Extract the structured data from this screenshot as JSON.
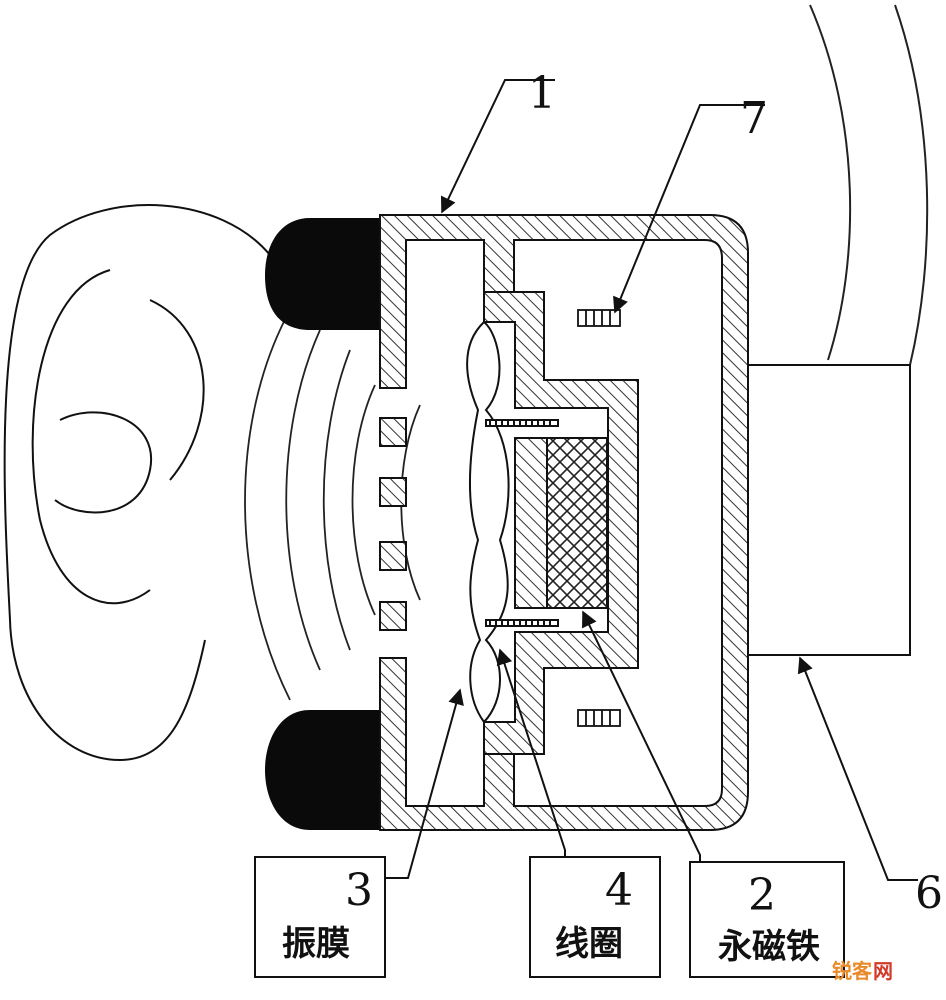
{
  "callouts": [
    {
      "id": "1",
      "number": "1"
    },
    {
      "id": "7",
      "number": "7"
    },
    {
      "id": "6",
      "number": "6"
    },
    {
      "id": "3",
      "number": "3",
      "label": "振膜"
    },
    {
      "id": "4",
      "number": "4",
      "label": "线圈"
    },
    {
      "id": "2",
      "number": "2",
      "label": "永磁铁"
    }
  ],
  "watermark": {
    "text_a": "锐客",
    "text_b": "网",
    "color_a": "#e8892a",
    "color_b": "#d23a2a"
  },
  "colors": {
    "line": "#111111",
    "hatch": "#333333",
    "cushion": "#0a0a0a"
  }
}
